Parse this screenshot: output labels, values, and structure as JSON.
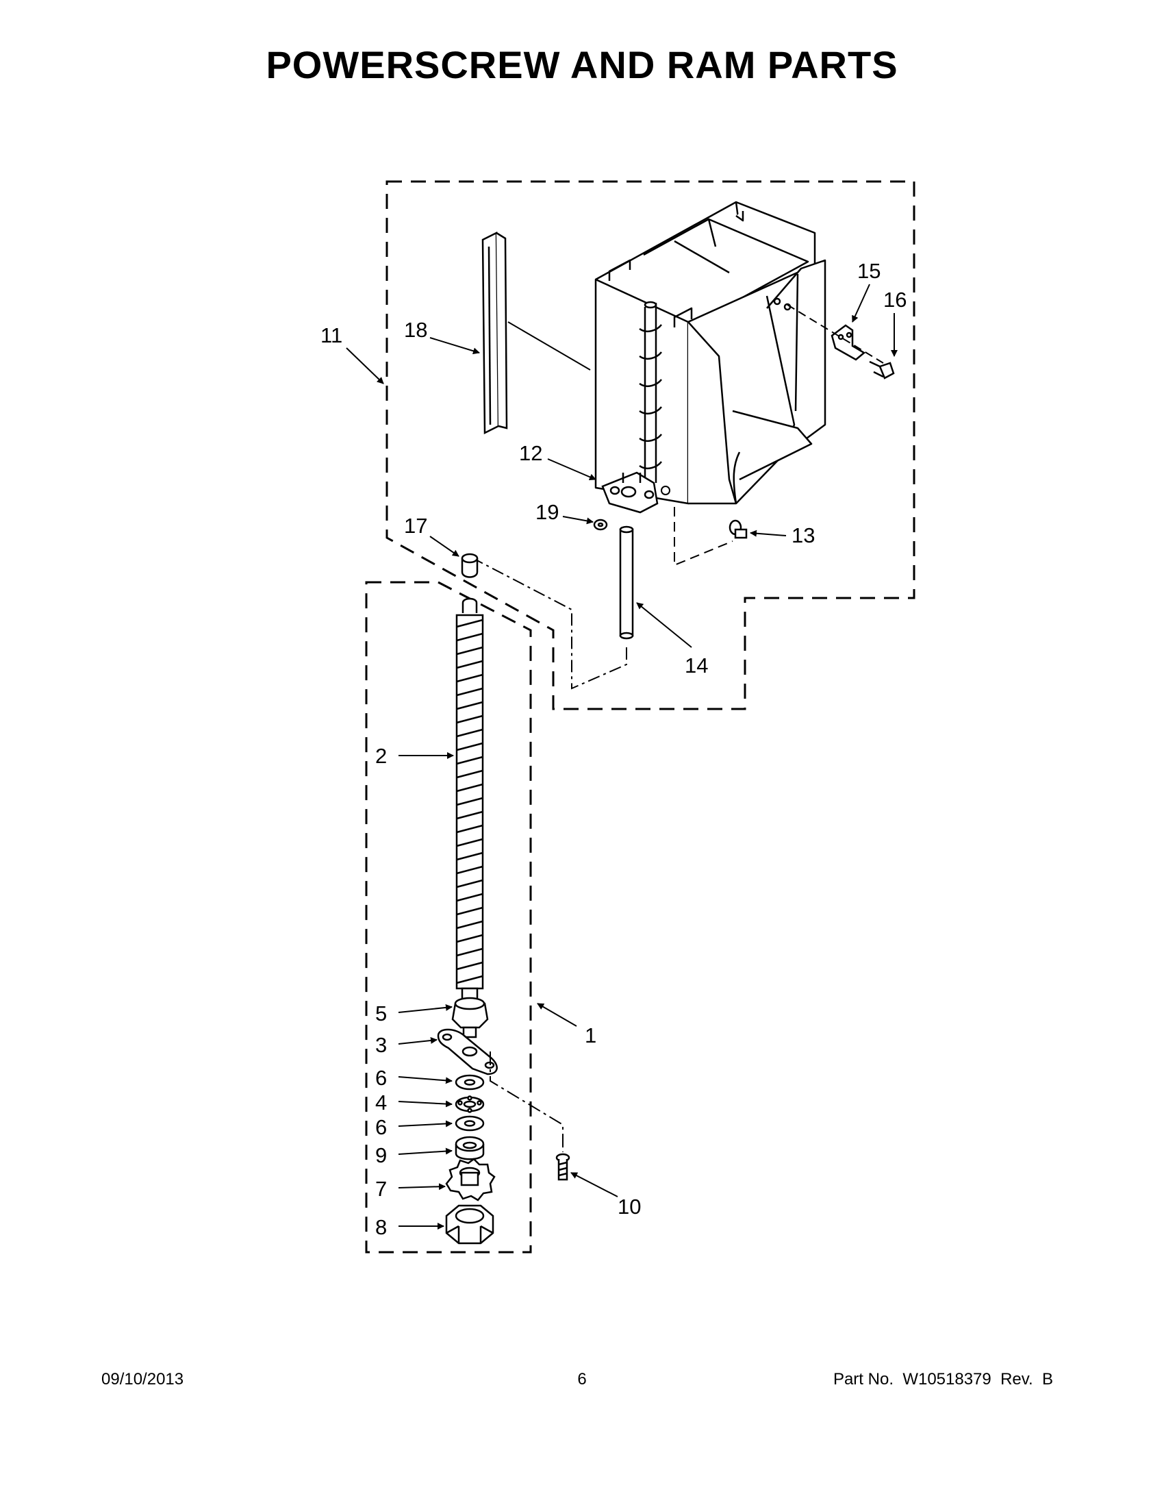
{
  "title": "POWERSCREW AND RAM PARTS",
  "callouts": [
    "1",
    "2",
    "3",
    "4",
    "5",
    "6",
    "6",
    "7",
    "8",
    "9",
    "10",
    "11",
    "12",
    "13",
    "14",
    "15",
    "16",
    "17",
    "18",
    "19"
  ],
  "footer": {
    "date": "09/10/2013",
    "page": "6",
    "part_no": "Part No.  W10518379  Rev.  B"
  }
}
